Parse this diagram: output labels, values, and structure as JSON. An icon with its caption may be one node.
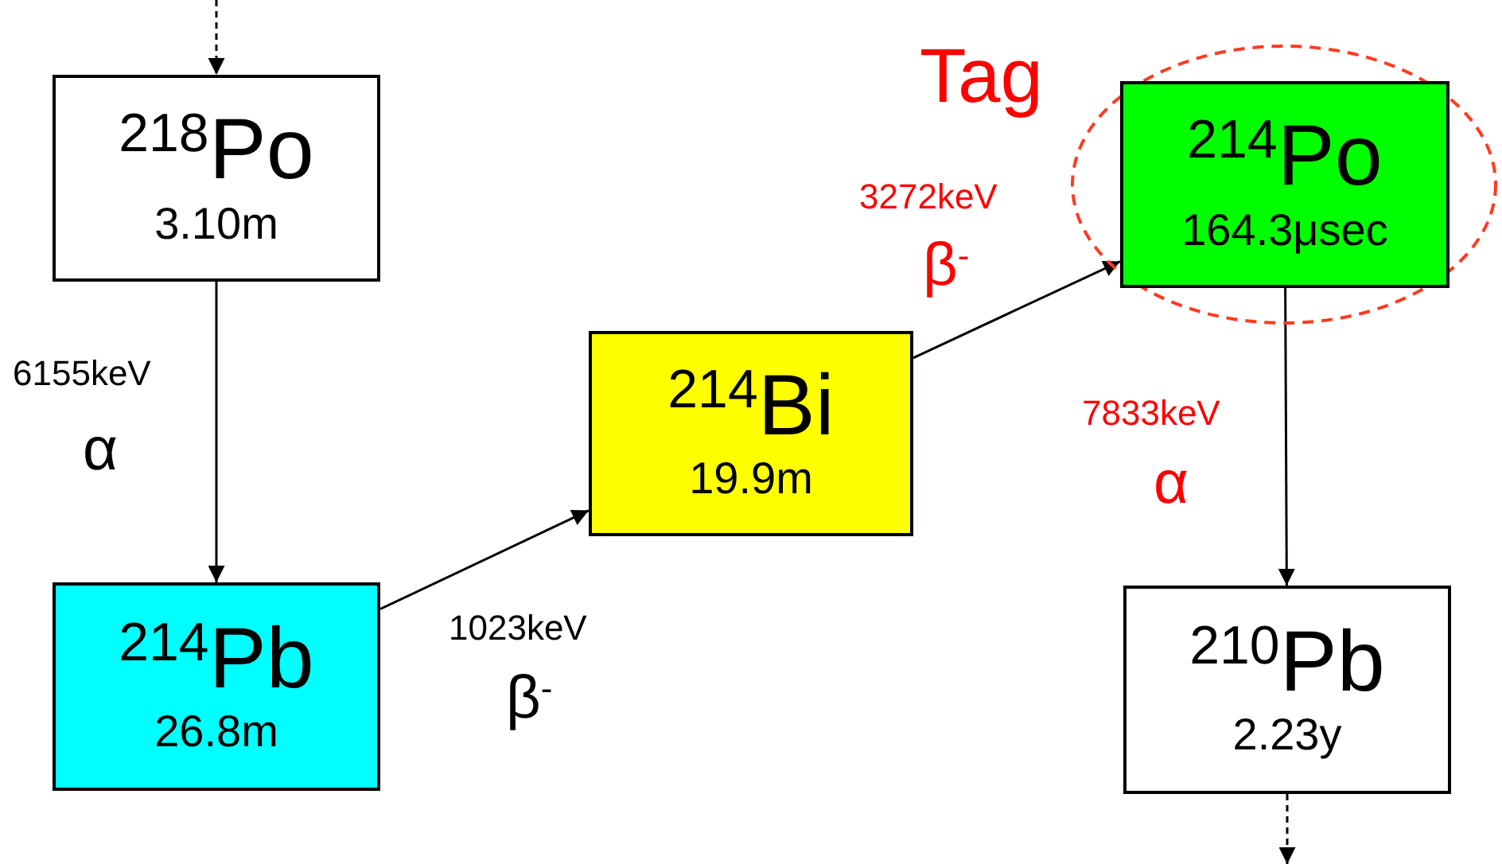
{
  "diagram": {
    "nodes": [
      {
        "text": [
          "$^{218}$Po",
          "3.10m"
        ]
      },
      {
        "text": [
          "$^{214}$Pb",
          "26.8m"
        ]
      },
      {
        "text": [
          "$^{214}$Bi",
          "19.9m"
        ]
      },
      {
        "text": [
          "Tag"
        ]
      },
      {
        "text": [
          "$^{214}$Po",
          "164.3μsec"
        ],
        "in": 3
      },
      {
        "text": [
          "$^{210}$Pb",
          "2.23y"
        ]
      }
    ],
    "edges": [
      {
        "from": null,
        "to": 0,
        "arrow": "to",
        "style": "dashed"
      },
      {
        "from": 0,
        "to": 1,
        "arrow": "to",
        "label": "6155keV"
      },
      {
        "from": 1,
        "to": 2,
        "arrow": "to",
        "label": "1023keV"
      },
      {
        "from": 2,
        "to": 4,
        "arrow": "to",
        "label": "3272keV"
      },
      {
        "from": 4,
        "to": 5,
        "arrow": "to",
        "label": "7833keV"
      },
      {
        "from": 5,
        "to": null,
        "arrow": "to",
        "style": "dashed"
      }
    ],
    "labels": [
      "α",
      "β$^{-}$",
      "β$^{-}$",
      "α"
    ]
  }
}
